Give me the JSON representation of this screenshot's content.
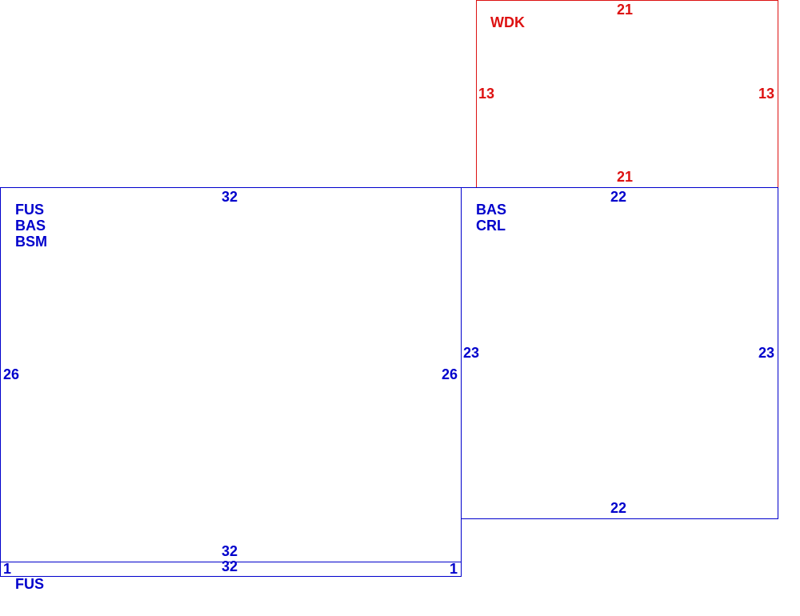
{
  "colors": {
    "red": "#dd1111",
    "blue": "#0000cc"
  },
  "rooms": [
    {
      "id": "wdk",
      "color": "red",
      "codes": [
        "WDK"
      ],
      "dims": {
        "top": "21",
        "bottom": "21",
        "left": "13",
        "right": "13"
      }
    },
    {
      "id": "main",
      "color": "blue",
      "codes": [
        "FUS",
        "BAS",
        "BSM"
      ],
      "dims": {
        "top": "32",
        "bottom": "32",
        "left": "26",
        "right": "26"
      }
    },
    {
      "id": "right",
      "color": "blue",
      "codes": [
        "BAS",
        "CRL"
      ],
      "dims": {
        "top": "22",
        "bottom": "22",
        "left": "23",
        "right": "23"
      }
    },
    {
      "id": "strip",
      "color": "blue",
      "codes": [
        "FUS"
      ],
      "dims": {
        "top": "32",
        "left": "1",
        "right": "1"
      }
    }
  ]
}
